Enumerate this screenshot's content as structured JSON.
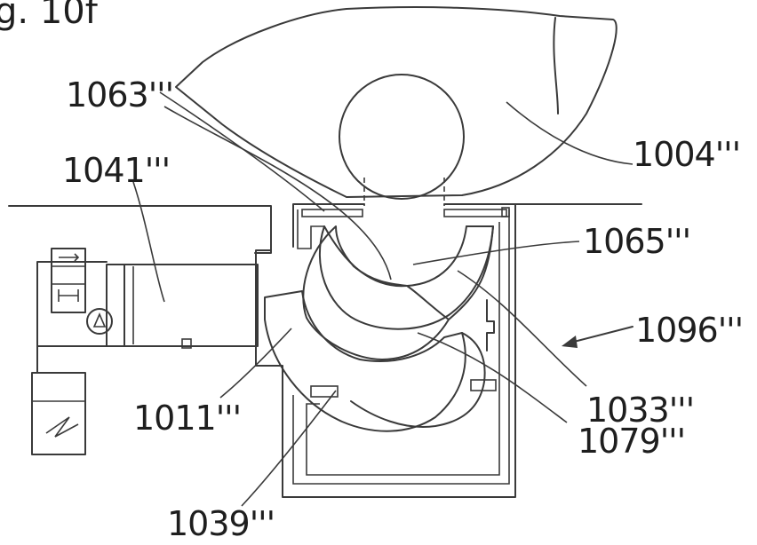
{
  "figure": {
    "caption": "g. 10f"
  },
  "labels": {
    "l1004": "1004'''",
    "l1063": "1063'''",
    "l1041": "1041'''",
    "l1065": "1065'''",
    "l1096": "1096'''",
    "l1011": "1011'''",
    "l1033": "1033'''",
    "l1079": "1079'''",
    "l1039": "1039'''"
  },
  "colors": {
    "line": "#3a3a3a",
    "text": "#1e1e1e",
    "background": "#ffffff"
  }
}
